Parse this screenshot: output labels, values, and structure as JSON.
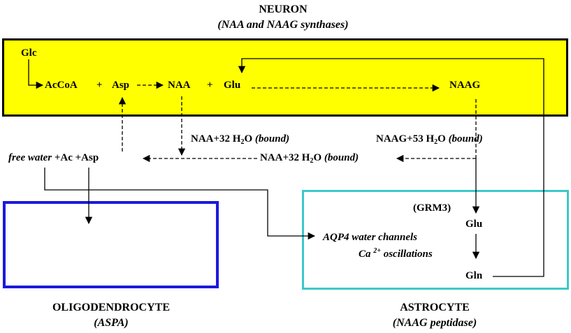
{
  "neuron": {
    "title": "NEURON",
    "subtitle": "(NAA and NAAG synthases)",
    "fill": "#ffff00"
  },
  "oligodendrocyte": {
    "title": "OLIGODENDROCYTE",
    "subtitle": "(ASPA)",
    "border": "#1a1adc"
  },
  "astrocyte": {
    "title": "ASTROCYTE",
    "subtitle": "(NAAG peptidase)",
    "border": "#3cc8c8"
  },
  "labels": {
    "glc": "Glc",
    "acetyl_coa": "AcCoA",
    "plus1": "+",
    "asp_neuron": "Asp",
    "naa": "NAA",
    "plus2": "+",
    "glu_neuron": "Glu",
    "naag": "NAAG",
    "naa_bound_1_pre": "NAA+32 H",
    "naa_bound_1_sub": "2",
    "naa_bound_1_post": "O",
    "naa_bound_1_tail": "(bound)",
    "naag_bound_pre": "NAAG+53 H",
    "naag_bound_sub": "2",
    "naag_bound_post": "O",
    "naag_bound_tail": "(bound)",
    "naa_bound_2_pre": "NAA+32 H",
    "naa_bound_2_sub": "2",
    "naa_bound_2_post": "O",
    "naa_bound_2_tail": "(bound)",
    "free_water": "free water",
    "ac_asp": "+Ac +Asp",
    "grm3": "(GRM3)",
    "glu_astro": "Glu",
    "aqp4": "AQP4 water channels",
    "ca_pre": "Ca",
    "ca_sup": "2+",
    "ca_post": "oscillations",
    "gln": "Gln"
  }
}
